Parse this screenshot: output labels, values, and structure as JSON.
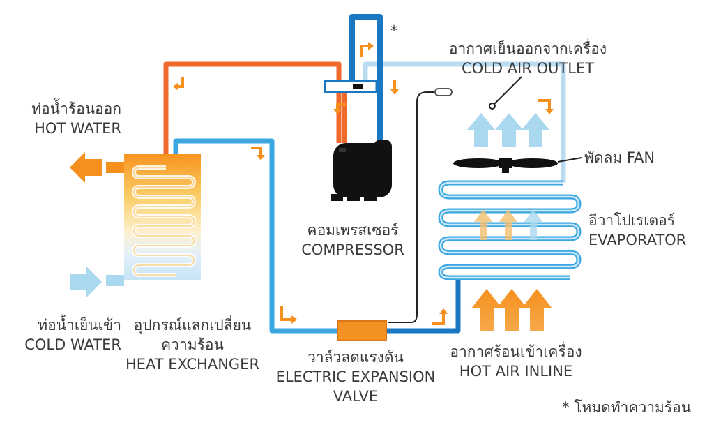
{
  "labels": {
    "hot_water_th": "ท่อน้ำร้อนออก",
    "hot_water_en": "HOT WATER",
    "cold_water_th": "ท่อน้ำเย็นเข้า",
    "cold_water_en": "COLD WATER",
    "heat_exchanger_th1": "อุปกรณ์แลกเปลี่ยน",
    "heat_exchanger_th2": "ความร้อน",
    "heat_exchanger_en": "HEAT EXCHANGER",
    "compressor_th": "คอมเพรสเซอร์",
    "compressor_en": "COMPRESSOR",
    "valve_th": "วาล์วลดแรงดัน",
    "valve_en1": "ELECTRIC EXPANSION",
    "valve_en2": "VALVE",
    "cold_air_th": "อากาศเย็นออกจากเครื่อง",
    "cold_air_en": "COLD AIR OUTLET",
    "fan_th_en": "พัดลม FAN",
    "evaporator_th": "อีวาโปเรเตอร์",
    "evaporator_en": "EVAPORATOR",
    "hot_air_th": "อากาศร้อนเข้าเครื่อง",
    "hot_air_en": "HOT AIR INLINE",
    "asterisk": "*",
    "footnote": "* โหมดทำความร้อน"
  },
  "colors": {
    "hot_pipe": "#f06a2c",
    "cold_pipe": "#1a78c2",
    "light_pipe": "#b9dcf2",
    "mid_pipe": "#3aa7e0",
    "arrow_orange": "#f5901e",
    "arrow_lightblue": "#a9d8ef",
    "compressor": "#111111",
    "valve": "#f39222"
  },
  "icons": {
    "compressor": "compressor-icon",
    "fan": "fan-icon",
    "valve": "expansion-valve-icon",
    "sensor": "temperature-sensor-icon",
    "heat_exchanger": "heat-exchanger-icon",
    "evaporator": "evaporator-coil-icon"
  }
}
